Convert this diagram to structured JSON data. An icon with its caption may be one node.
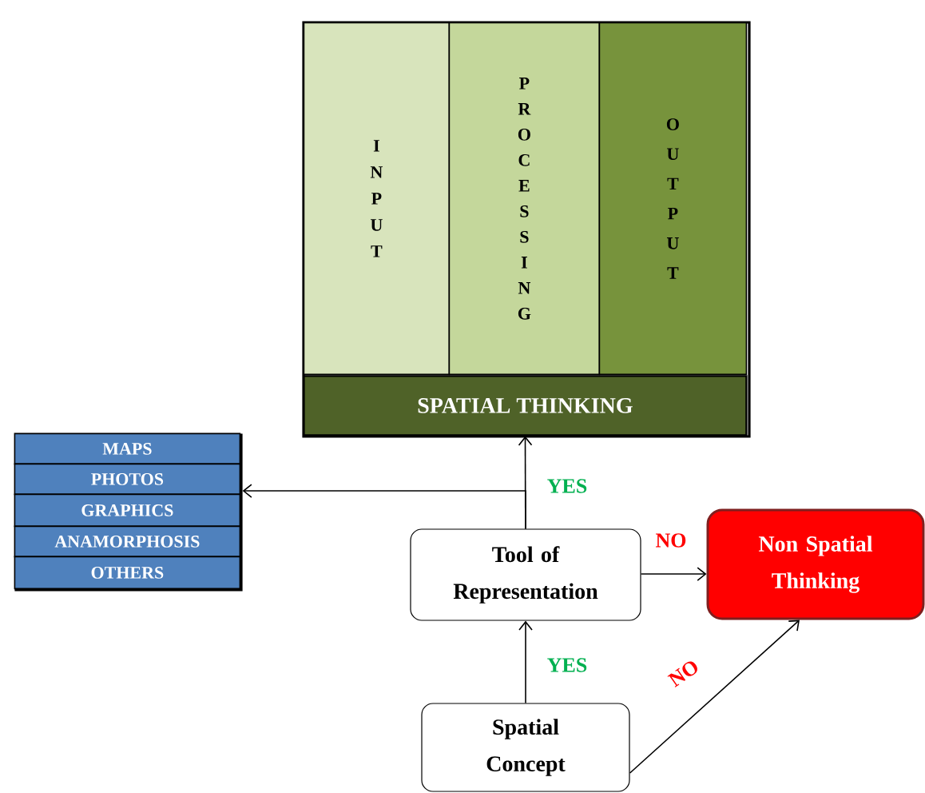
{
  "diagram": {
    "nodes": [
      {
        "text": [],
        "shape": "box"
      },
      {
        "text": [
          "INPUT"
        ],
        "in": 0
      },
      {
        "text": [
          "PROCESSING"
        ],
        "in": 0
      },
      {
        "text": [
          "OUTPUT"
        ],
        "in": 0
      },
      {
        "text": [
          "SPATIAL THINKING"
        ],
        "in": 0
      },
      {
        "text": [],
        "shape": "box"
      },
      {
        "text": [
          "MAPS"
        ],
        "in": 5
      },
      {
        "text": [
          "PHOTOS"
        ],
        "in": 5
      },
      {
        "text": [
          "GRAPHICS"
        ],
        "in": 5
      },
      {
        "text": [
          "ANAMORPHOSIS"
        ],
        "in": 5
      },
      {
        "text": [
          "OTHERS"
        ],
        "in": 5
      },
      {
        "text": [
          "Tool of Representation"
        ]
      },
      {
        "text": [
          "Non Spatial Thinking"
        ]
      },
      {
        "text": [
          "Spatial Concept"
        ]
      }
    ],
    "edges": [
      {
        "from": 11,
        "to": 4,
        "arrow": "to",
        "label": "YES"
      },
      {
        "from": 11,
        "to": 5,
        "arrow": "to"
      },
      {
        "from": 11,
        "to": 12,
        "arrow": "to",
        "label": "NO"
      },
      {
        "from": 13,
        "to": 11,
        "arrow": "to",
        "label": "YES"
      },
      {
        "from": 13,
        "to": 12,
        "arrow": "to",
        "label": "NO"
      }
    ]
  }
}
